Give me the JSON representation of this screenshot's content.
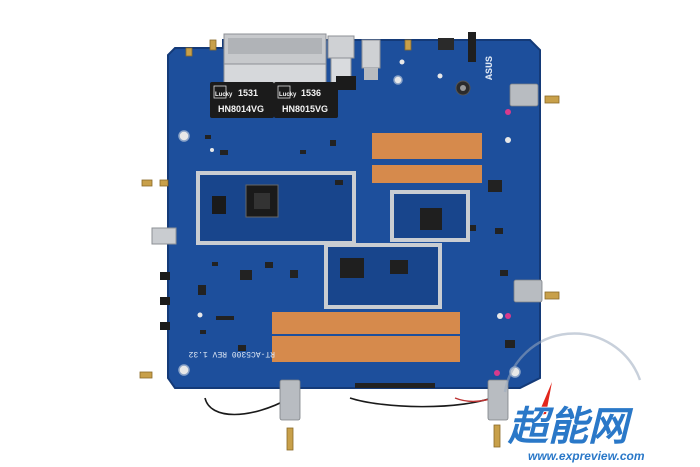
{
  "photo": {
    "subject": "router-circuit-board",
    "background_color": "#ffffff",
    "pcb_color": "#1d4f9c",
    "pcb_dark_color": "#143a78",
    "copper_color": "#d68a4c",
    "shield_color": "#c9cdd2"
  },
  "magnetics": [
    {
      "brand": "Lucky",
      "lot": "1531",
      "part": "HN8014VG"
    },
    {
      "brand": "Lucky",
      "lot": "1536",
      "part": "HN8015VG"
    }
  ],
  "board_text": {
    "model_rev": "RT-AC5300 REV 1.32",
    "vendor_logo": "ASUS"
  },
  "watermark": {
    "site_name": "超能网",
    "url": "www.expreview.com",
    "accent_color": "#e1261c",
    "text_color": "#2a78c8"
  }
}
